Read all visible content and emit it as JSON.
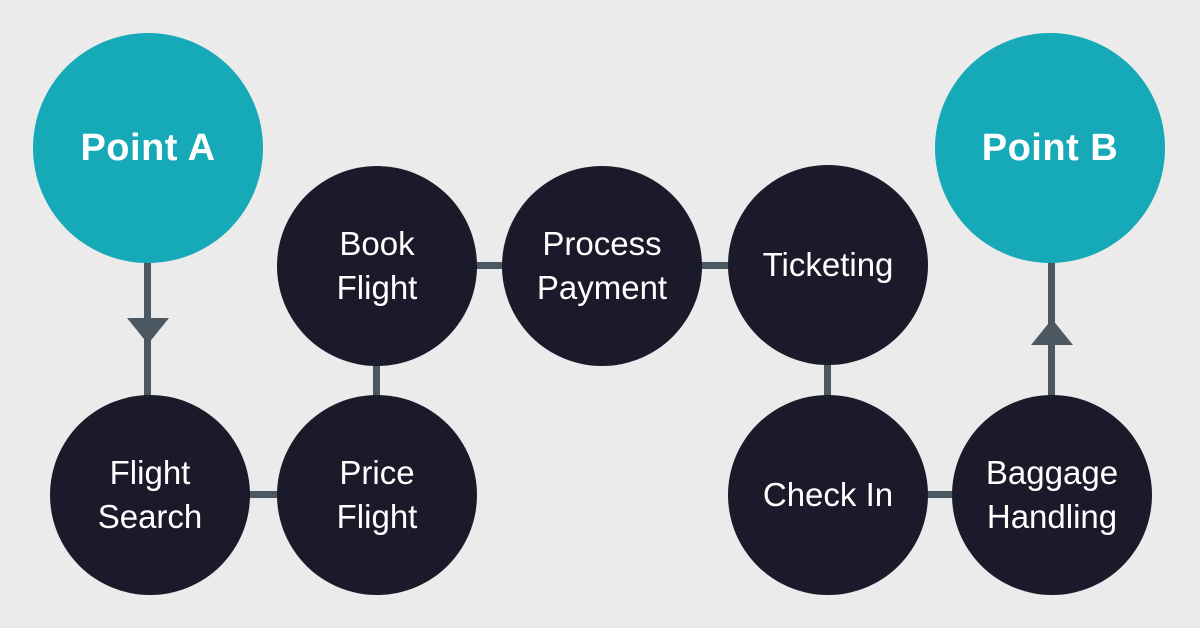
{
  "diagram": {
    "background": "#ebebeb",
    "colors": {
      "endpoint_fill": "#16a9b8",
      "step_fill": "#1b1a2b",
      "connector": "#4b5862",
      "label_text": "#ffffff"
    }
  },
  "nodes": [
    {
      "id": "point-a",
      "type": "endpoint",
      "label": "Point A"
    },
    {
      "id": "flight-search",
      "type": "step",
      "label": "Flight\nSearch"
    },
    {
      "id": "price-flight",
      "type": "step",
      "label": "Price\nFlight"
    },
    {
      "id": "book-flight",
      "type": "step",
      "label": "Book\nFlight"
    },
    {
      "id": "process-payment",
      "type": "step",
      "label": "Process\nPayment"
    },
    {
      "id": "ticketing",
      "type": "step",
      "label": "Ticketing"
    },
    {
      "id": "check-in",
      "type": "step",
      "label": "Check In"
    },
    {
      "id": "baggage-handling",
      "type": "step",
      "label": "Baggage\nHandling"
    },
    {
      "id": "point-b",
      "type": "endpoint",
      "label": "Point B"
    }
  ],
  "connections": [
    {
      "from": "point-a",
      "to": "flight-search",
      "arrow": "down"
    },
    {
      "from": "flight-search",
      "to": "price-flight",
      "arrow": "none"
    },
    {
      "from": "price-flight",
      "to": "book-flight",
      "arrow": "none"
    },
    {
      "from": "book-flight",
      "to": "process-payment",
      "arrow": "none"
    },
    {
      "from": "process-payment",
      "to": "ticketing",
      "arrow": "none"
    },
    {
      "from": "ticketing",
      "to": "check-in",
      "arrow": "none"
    },
    {
      "from": "check-in",
      "to": "baggage-handling",
      "arrow": "none"
    },
    {
      "from": "baggage-handling",
      "to": "point-b",
      "arrow": "up"
    }
  ]
}
